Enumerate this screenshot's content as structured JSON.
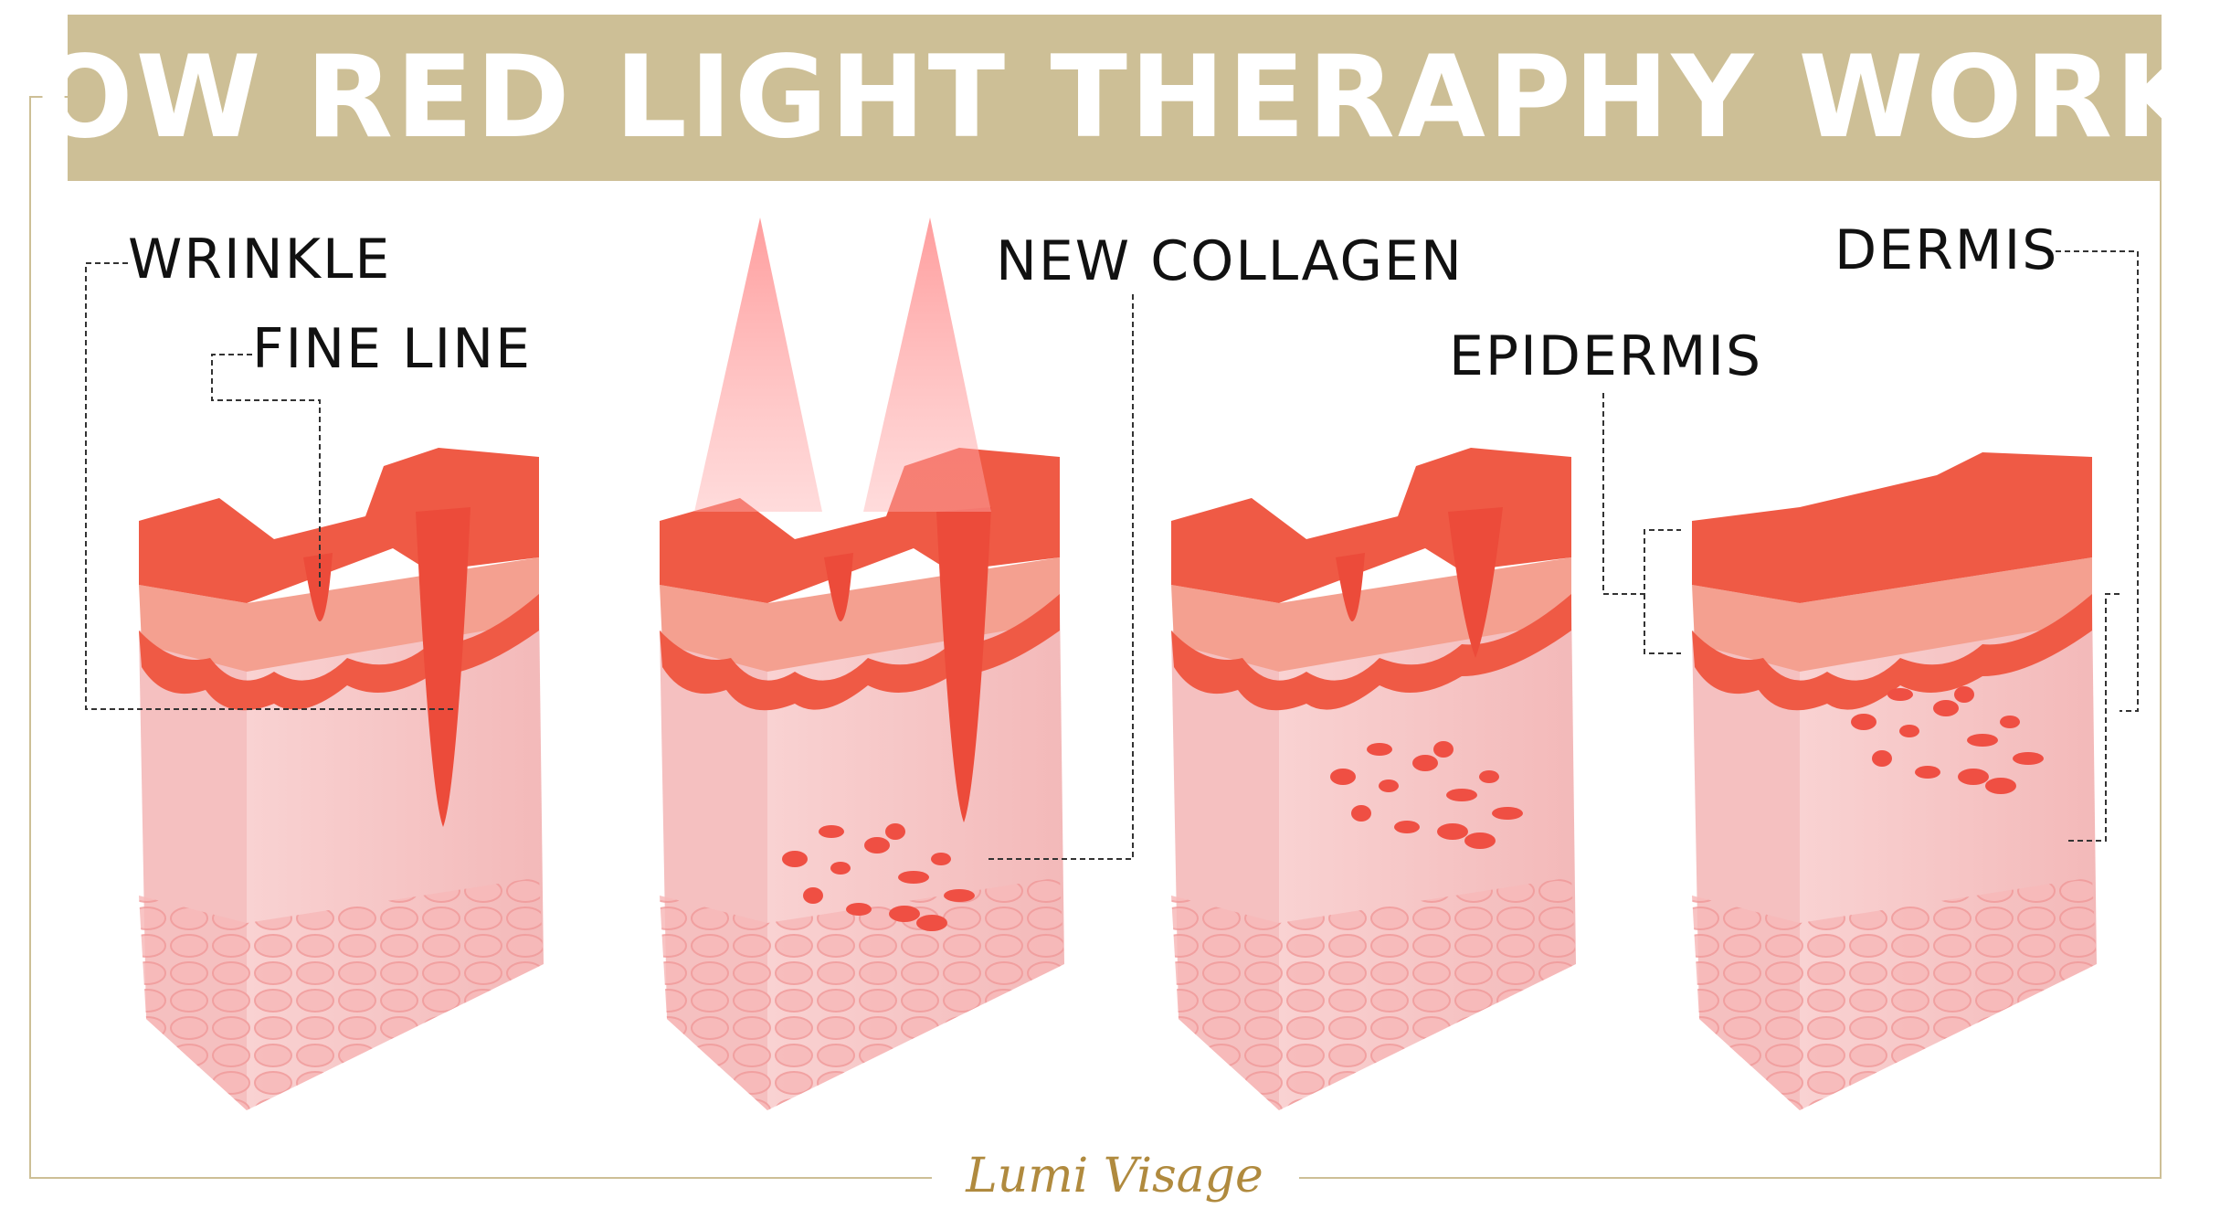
{
  "title": "HOW RED LIGHT THERAPHY WORKS",
  "labels": {
    "wrinkle": "WRINKLE",
    "fine_line": "FINE LINE",
    "new_collagen": "NEW COLLAGEN",
    "epidermis": "EPIDERMIS",
    "dermis": "DERMIS"
  },
  "brand": {
    "logo_text": "Lumi Visage"
  },
  "colors": {
    "banner": "#cdbf96",
    "skin_top": "#ef5a45",
    "skin_mid": "#f4a090",
    "skin_dermis": "#f7c6c6",
    "light_beam": "#ff8a8a",
    "logo_gold": "#b08a3e"
  },
  "stages": [
    {
      "name": "before",
      "has_light": false,
      "collagen": "none"
    },
    {
      "name": "light-applied",
      "has_light": true,
      "collagen": "new"
    },
    {
      "name": "collagen-growth",
      "has_light": false,
      "collagen": "more"
    },
    {
      "name": "renewed-skin",
      "has_light": false,
      "collagen": "settled"
    }
  ]
}
